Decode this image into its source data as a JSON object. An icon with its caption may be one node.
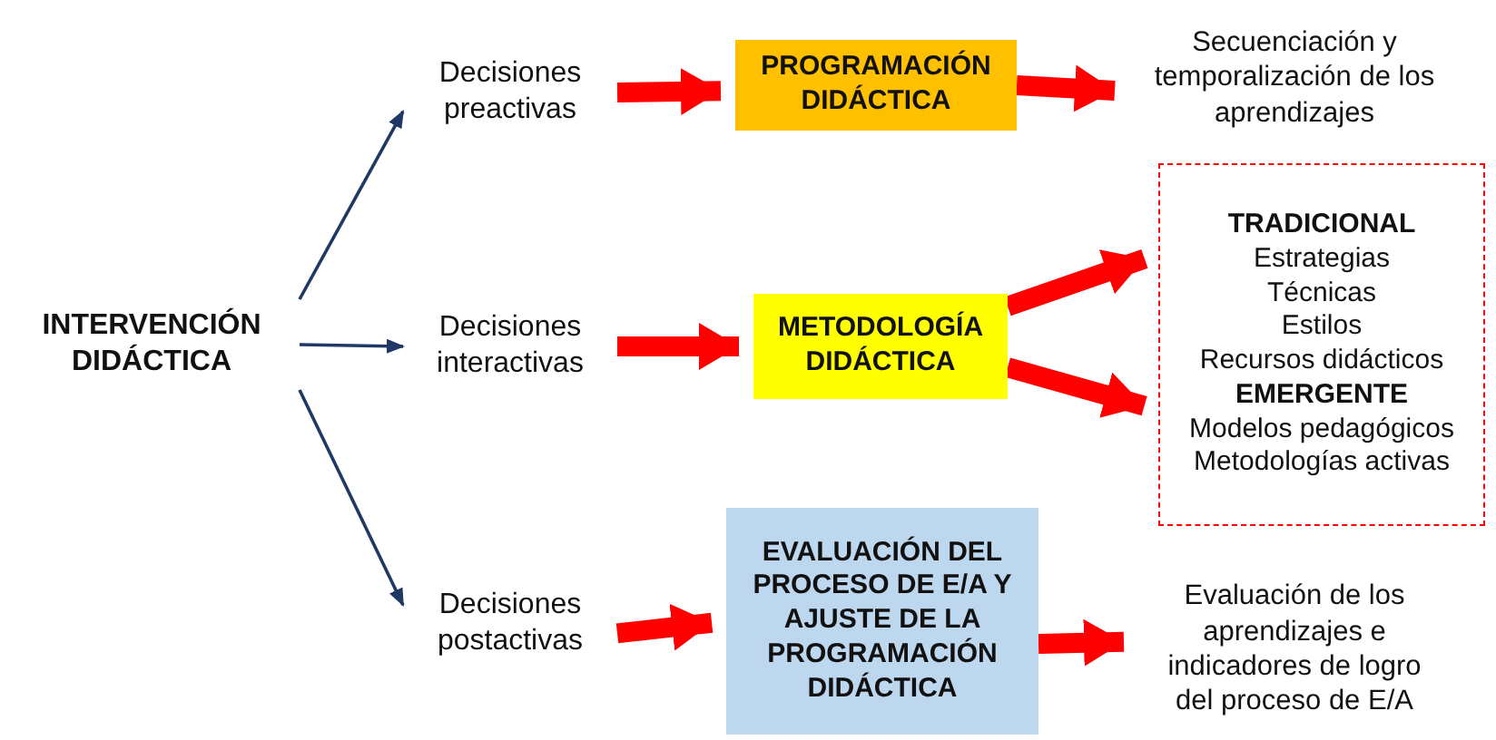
{
  "diagram": {
    "nodes": [
      {
        "text": [
          "INTERVENCIÓN DIDÁCTICA"
        ]
      },
      {
        "text": [
          "Decisiones preactivas"
        ]
      },
      {
        "text": [
          "Decisiones interactivas"
        ]
      },
      {
        "text": [
          "Decisiones postactivas"
        ]
      },
      {
        "text": [
          "PROGRAMACIÓN DIDÁCTICA"
        ]
      },
      {
        "text": [
          "METODOLOGÍA DIDÁCTICA"
        ]
      },
      {
        "text": [
          "EVALUACIÓN DEL PROCESO DE E/A Y AJUSTE DE LA PROGRAMACIÓN DIDÁCTICA"
        ]
      },
      {
        "text": [
          "Secuenciación y temporalización de los aprendizajes"
        ]
      },
      {
        "text": [
          "TRADICIONAL",
          "Estrategias",
          "Técnicas",
          "Estilos",
          "Recursos didácticos",
          "EMERGENTE",
          "Modelos pedagógicos",
          "Metodologías activas"
        ]
      },
      {
        "text": [
          "Evaluación de los aprendizajes e indicadores de logro del proceso de E/A"
        ]
      }
    ],
    "edges": [
      {
        "from": 0,
        "to": 1,
        "arrow": "to",
        "color": "#1f3864"
      },
      {
        "from": 0,
        "to": 2,
        "arrow": "to",
        "color": "#1f3864"
      },
      {
        "from": 0,
        "to": 3,
        "arrow": "to",
        "color": "#1f3864"
      },
      {
        "from": 1,
        "to": 4,
        "arrow": "to"
      },
      {
        "from": 2,
        "to": 5,
        "arrow": "to"
      },
      {
        "from": 3,
        "to": 6,
        "arrow": "to"
      },
      {
        "from": 4,
        "to": 7,
        "arrow": "to"
      },
      {
        "from": 5,
        "to": 8,
        "arrow": "to"
      },
      {
        "from": 5,
        "to": 8,
        "arrow": "to"
      },
      {
        "from": 6,
        "to": 9,
        "arrow": "to"
      }
    ]
  }
}
